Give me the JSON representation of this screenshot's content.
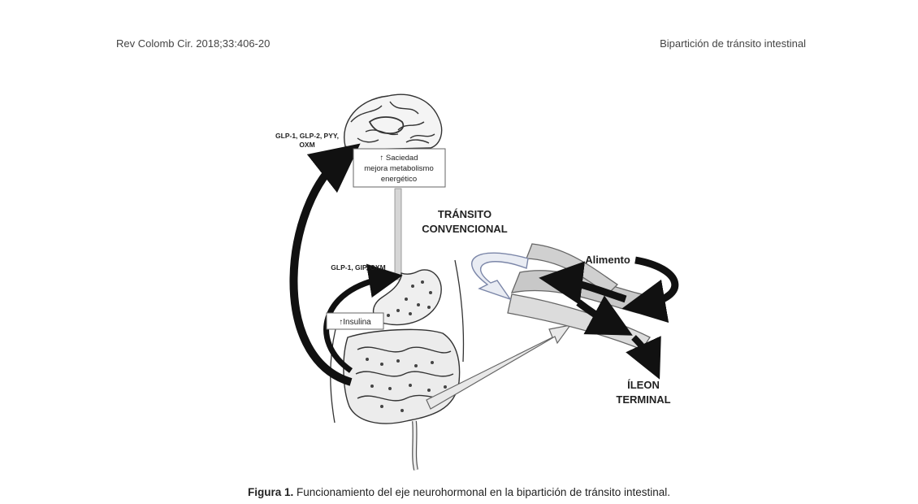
{
  "header": {
    "journal": "Rev Colomb Cir. 2018;33:406-20",
    "section": "Bipartición de tránsito intestinal"
  },
  "figure": {
    "label_brain_hormones_line1": "GLP-1, GLP-2, PYY,",
    "label_brain_hormones_line2": "OXM",
    "box_satiety_line1": "↑ Saciedad",
    "box_satiety_line2": "mejora metabolismo",
    "box_satiety_line3": "energético",
    "label_gut_hormones": "GLP-1, GIP, OXM",
    "box_insulin": "↑Insulina",
    "label_transit_line1": "TRÁNSITO",
    "label_transit_line2": "CONVENCIONAL",
    "label_food": "Alimento",
    "label_ileum_line1": "ÍLEON",
    "label_ileum_line2": "TERMINAL"
  },
  "caption": {
    "label": "Figura 1.",
    "text": " Funcionamiento del eje neurohormonal en la bipartición de tránsito intestinal."
  }
}
